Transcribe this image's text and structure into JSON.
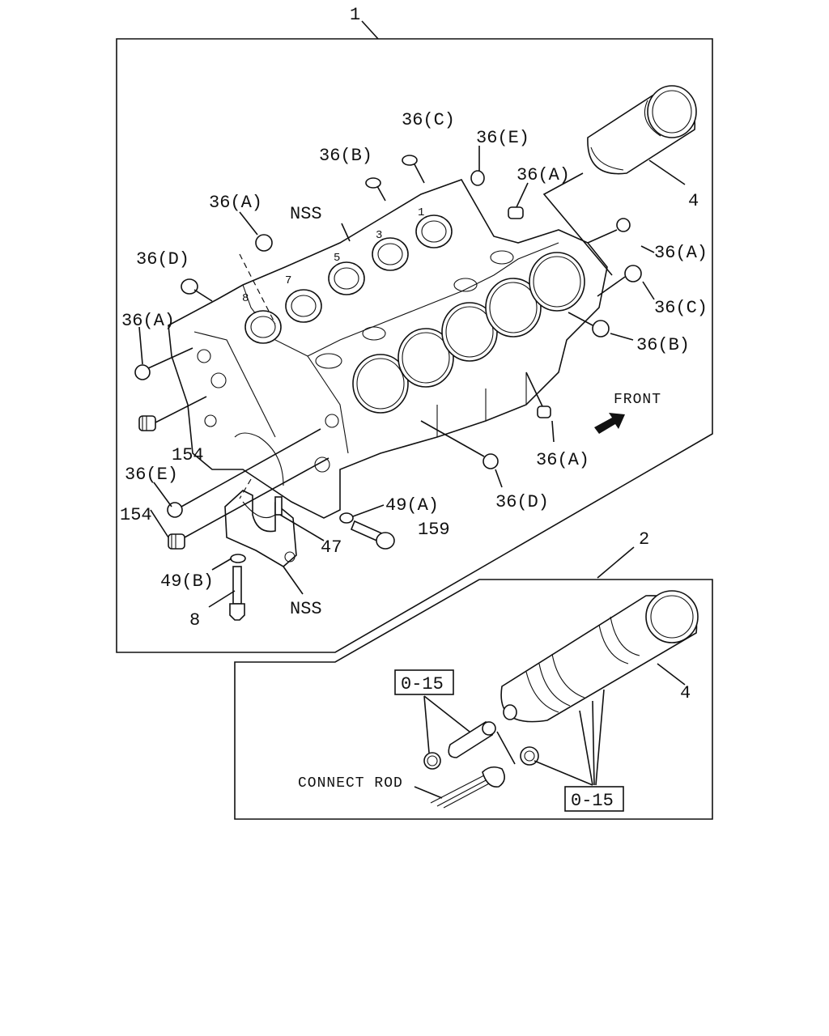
{
  "diagram": {
    "group_1": "1",
    "group_2": "2",
    "front_label": "FRONT",
    "connect_rod_label": "CONNECT ROD",
    "labels": {
      "c_36C_top": "36(C)",
      "c_36E_top": "36(E)",
      "c_36B_top": "36(B)",
      "c_36A_top_mid": "36(A)",
      "c_36A_top_left": "36(A)",
      "c_NSS_top": "NSS",
      "c_36D_left": "36(D)",
      "c_36A_left": "36(A)",
      "c_154_upper": "154",
      "c_36E_left": "36(E)",
      "c_154_lower": "154",
      "c_49B": "49(B)",
      "c_8": "8",
      "c_NSS_bottom": "NSS",
      "c_47": "47",
      "c_49A": "49(A)",
      "c_159": "159",
      "c_36D_bottom": "36(D)",
      "c_36A_right_low": "36(A)",
      "c_36B_right": "36(B)",
      "c_36C_right": "36(C)",
      "c_36A_right": "36(A)",
      "c_4_top": "4",
      "c_4_bottom": "4",
      "c_015_a": "0-15",
      "c_015_b": "0-15"
    },
    "cylinder_numbers": [
      "8",
      "7",
      "5",
      "3",
      "1"
    ]
  }
}
